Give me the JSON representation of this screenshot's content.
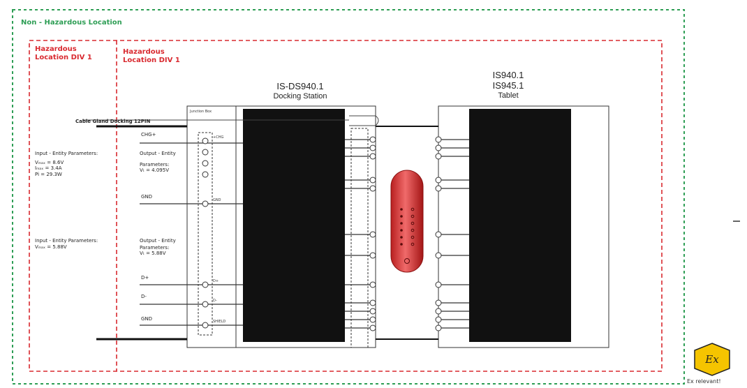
{
  "zones": {
    "non_hazardous": "Non - Hazardous Location",
    "hazardous_left": [
      "Hazardous",
      "Location DIV 1"
    ],
    "hazardous_right": [
      "Hazardous",
      "Location DIV 1"
    ]
  },
  "docking_station": {
    "model": "IS-DS940.1",
    "name": "Docking Station"
  },
  "tablet": {
    "models": [
      "IS940.1",
      "IS945.1"
    ],
    "name": "Tablet"
  },
  "junction_box": {
    "title": "Junction Box"
  },
  "cable_gland": "Cable Gland Docking 12PIN",
  "input_params_1": {
    "title": "Input - Entity Parameters:",
    "lines": [
      "Vₘₐₓ = 8.6V",
      "Iₘₐₓ = 3.4A",
      "Pi = 29.3W"
    ]
  },
  "output_params_1": {
    "title": "Output - Entity",
    "lines": [
      "Parameters:",
      "Vₜ = 4.095V"
    ]
  },
  "input_params_2": {
    "title": "Input - Entity Parameters:",
    "lines": [
      "Vₘₐₓ = 5.88V"
    ]
  },
  "output_params_2": {
    "title": "Output - Entity",
    "lines": [
      "Parameters:",
      "Vₜ = 5.88V"
    ]
  },
  "wires": {
    "chg": "CHG+",
    "gnd1": "GND",
    "dplus": "D+",
    "dminus": "D-",
    "gnd2": "GND"
  },
  "terminals": {
    "t1": "+CHG",
    "t2": "GND",
    "t3": "D+",
    "t4": "D-",
    "t5": "SHIELD"
  },
  "ex_badge": {
    "symbol": "Ex",
    "caption": "Ex relevant!"
  },
  "colors": {
    "green": "#2e9e55",
    "red": "#d9292f",
    "block": "#111111",
    "capsule": "#e23b3b"
  }
}
